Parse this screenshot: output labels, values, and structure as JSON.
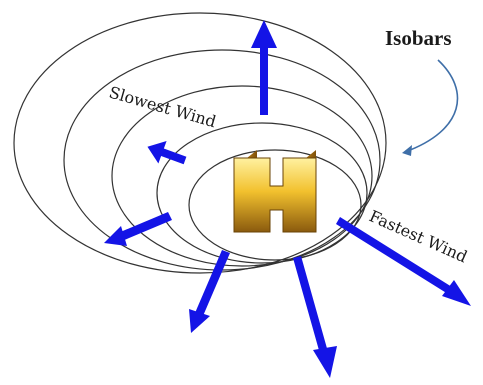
{
  "labels": {
    "isobars": "Isobars",
    "slowest": "Slowest Wind",
    "fastest": "Fastest Wind",
    "center": "H"
  },
  "colors": {
    "arrow": "#1414e6",
    "isobar_line": "#333333",
    "pointer_line": "#3f6fa8",
    "h_light": "#ffe066",
    "h_mid": "#e6a51a",
    "h_dark": "#7a4a08"
  },
  "icons": {
    "center": "high-pressure-h-icon",
    "arrows": "wind-arrow-icon"
  }
}
